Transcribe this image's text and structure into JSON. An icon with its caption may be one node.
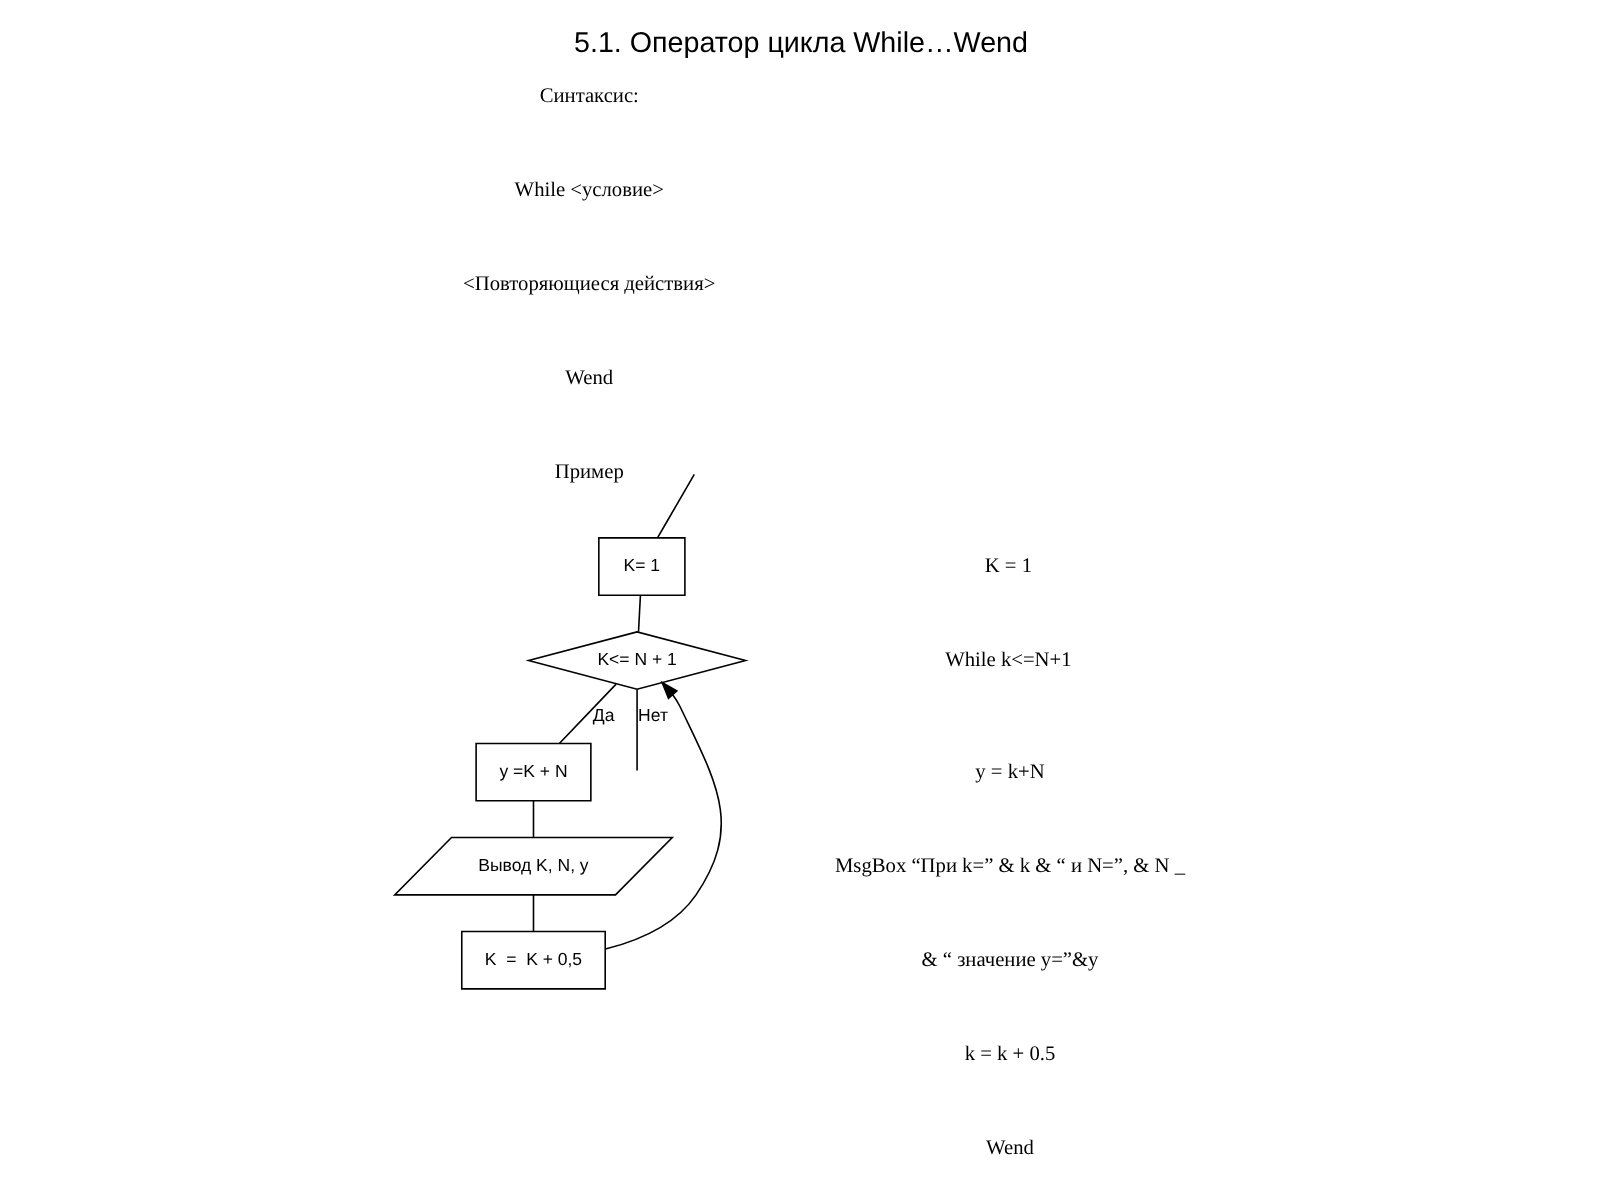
{
  "diagram": {
    "title": "5.1. Оператор цикла While…Wend",
    "nodes": [
      {
        "text": [
          "K= 1"
        ]
      },
      {
        "text": [
          "K<= N + 1"
        ]
      },
      {
        "text": [
          "y =K + N"
        ]
      },
      {
        "text": [
          "Вывод K, N, y"
        ]
      },
      {
        "text": [
          "K  =  K + 0,5"
        ]
      }
    ],
    "edges": [
      {
        "from": null,
        "to": 0,
        "arrow": "none"
      },
      {
        "from": 0,
        "to": 1,
        "arrow": "none"
      },
      {
        "from": 1,
        "to": 2,
        "arrow": "none",
        "label": "Да"
      },
      {
        "from": 2,
        "to": 3,
        "arrow": "none"
      },
      {
        "from": 3,
        "to": 4,
        "arrow": "none"
      },
      {
        "from": 4,
        "to": 1,
        "arrow": "to"
      },
      {
        "from": 1,
        "to": null,
        "arrow": "none",
        "label": "Нет"
      }
    ],
    "labels": [
      "Синтаксис:",
      "While <условие>",
      "<Повторяющиеся действия>",
      "Wend",
      "Пример",
      "K = 1",
      "While k<=N+1",
      "y = k+N",
      "MsgBox “При k=” & k & “ и N=”, & N _",
      "& “ значение y=”&y",
      "k = k + 0.5",
      "Wend"
    ]
  }
}
